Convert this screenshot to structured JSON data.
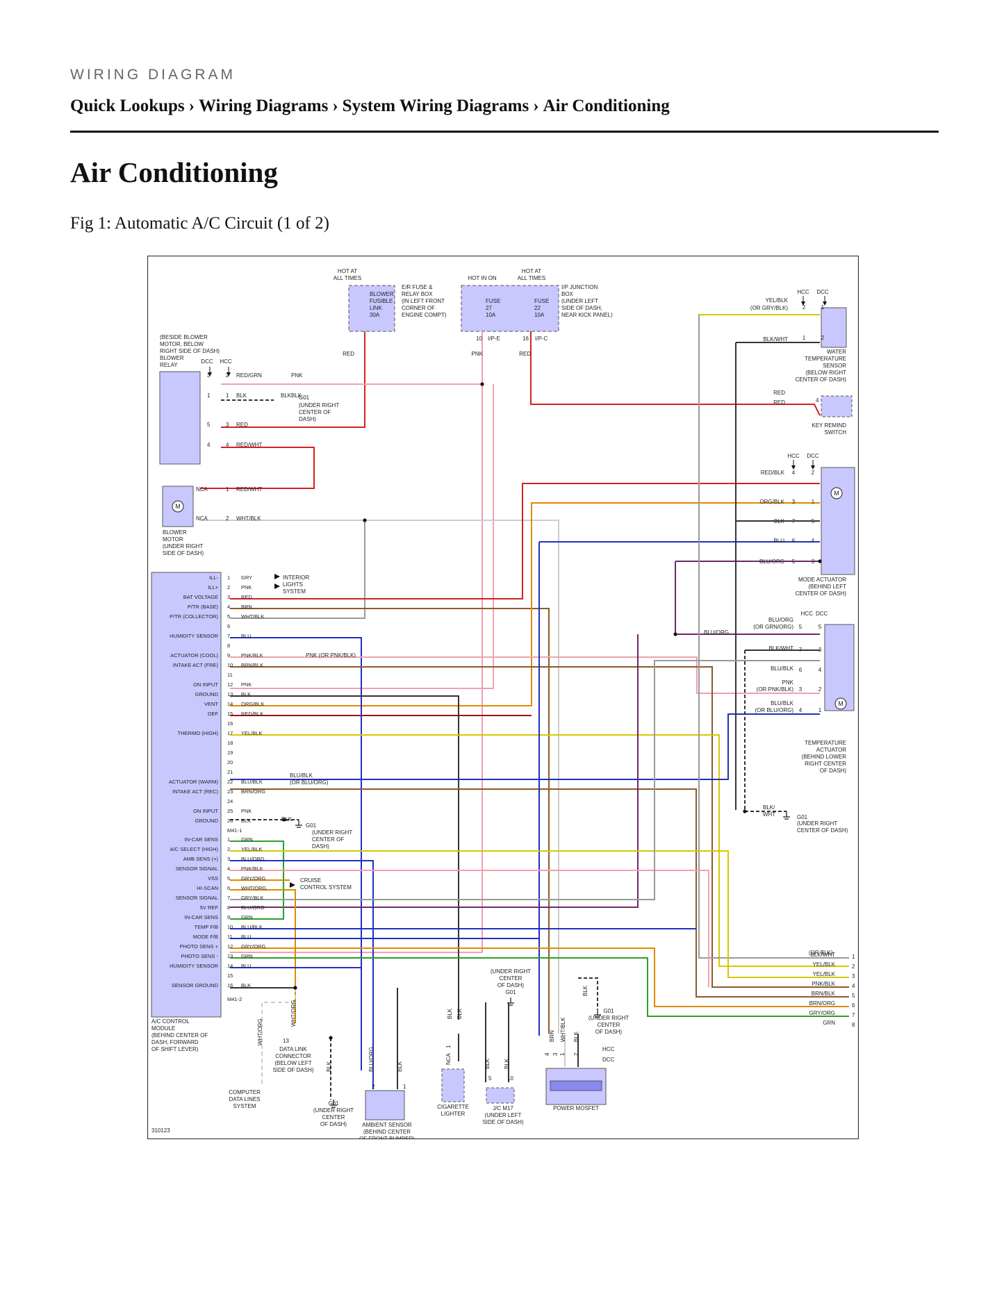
{
  "header": {
    "section_label": "WIRING DIAGRAM",
    "breadcrumb": [
      "Quick Lookups",
      "Wiring Diagrams",
      "System Wiring Diagrams",
      "Air Conditioning"
    ],
    "separator": "›"
  },
  "page_title": "Air Conditioning",
  "figure_caption": "Fig 1: Automatic A/C Circuit (1 of 2)",
  "diagram": {
    "figure_id": "310123",
    "colors": {
      "component_fill": "#c8c8ff",
      "RED": "#d42020",
      "PNK": "#f0a0b0",
      "BLK": "#333333",
      "BLU": "#2030c0",
      "BRN": "#8b5a2b",
      "GRN": "#2aa02a",
      "YEL": "#d8c800",
      "ORG": "#e08a00",
      "GRY": "#999999",
      "WHT": "#cccccc",
      "PUR": "#6a2a6a"
    },
    "top_labels": {
      "hot_at_all_times_1": [
        "HOT AT",
        "ALL TIMES"
      ],
      "hot_in_on": "HOT IN ON",
      "hot_at_all_times_2": [
        "HOT AT",
        "ALL TIMES"
      ],
      "blower_link": [
        "BLOWER",
        "FUSIBLE",
        "LINK",
        "30A"
      ],
      "er_box": [
        "E/R FUSE &",
        "RELAY BOX",
        "(IN LEFT FRONT",
        "CORNER OF",
        "ENGINE COMPT)"
      ],
      "fuse27": [
        "FUSE",
        "27",
        "10A"
      ],
      "fuse22": [
        "FUSE",
        "22",
        "10A"
      ],
      "ip_box": [
        "I/P JUNCTION",
        "BOX",
        "(UNDER LEFT",
        "SIDE OF DASH,",
        "NEAR KICK PANEL)"
      ],
      "ipe": "I/P-E",
      "ipc": "I/P-C",
      "ipe_pin": "10",
      "ipc_pin": "16",
      "red": "RED",
      "pnk": "PNK"
    },
    "blower_relay": {
      "label": [
        "(BESIDE BLOWER",
        "MOTOR, BELOW",
        "RIGHT SIDE OF DASH)",
        "BLOWER",
        "RELAY"
      ],
      "dcc": "DCC",
      "hcc": "HCC",
      "rows": [
        {
          "pin": "3",
          "pin2": "2",
          "wire": "RED/GRN",
          "wire2": "PNK"
        },
        {
          "pin": "1",
          "pin2": "1",
          "wire": "BLK",
          "wire2": "BLK"
        },
        {
          "pin": "5",
          "pin2": "3",
          "wire": "RED"
        },
        {
          "pin": "4",
          "pin2": "4",
          "wire": "RED/WHT"
        }
      ],
      "ground": "G01",
      "ground_loc": [
        "(UNDER RIGHT",
        "CENTER OF",
        "DASH)"
      ]
    },
    "blower_motor": {
      "label": [
        "BLOWER",
        "MOTOR",
        "(UNDER RIGHT",
        "SIDE OF DASH)"
      ],
      "rows": [
        {
          "nca": "NCA",
          "pin": "1",
          "wire": "RED/WHT"
        },
        {
          "nca": "NCA",
          "pin": "2",
          "wire": "WHT/BLK"
        }
      ],
      "motor": "M"
    },
    "module": {
      "label": [
        "A/C CONTROL",
        "MODULE",
        "(BEHIND CENTER OF",
        "DASH, FORWARD",
        "OF SHIFT LEVER)"
      ],
      "connector1": "M41-1",
      "connector2": "M41-2",
      "pins_a": [
        {
          "pin": "1",
          "name": "ILL-",
          "wire": "GRY"
        },
        {
          "pin": "2",
          "name": "ILL+",
          "wire": "PNK"
        },
        {
          "pin": "3",
          "name": "BAT VOLTAGE",
          "wire": "RED"
        },
        {
          "pin": "4",
          "name": "P/TR (BASE)",
          "wire": "BRN"
        },
        {
          "pin": "5",
          "name": "P/TR (COLLECTOR)",
          "wire": "WHT/BLK"
        },
        {
          "pin": "6",
          "name": "",
          "wire": ""
        },
        {
          "pin": "7",
          "name": "HUMIDITY SENSOR",
          "wire": "BLU"
        },
        {
          "pin": "8",
          "name": "",
          "wire": ""
        },
        {
          "pin": "9",
          "name": "ACTUATOR (COOL)",
          "wire": "PNK/BLK"
        },
        {
          "pin": "10",
          "name": "INTAKE ACT (FRE)",
          "wire": "BRN/BLK"
        },
        {
          "pin": "11",
          "name": "",
          "wire": ""
        },
        {
          "pin": "12",
          "name": "ON INPUT",
          "wire": "PNK"
        },
        {
          "pin": "13",
          "name": "GROUND",
          "wire": "BLK"
        },
        {
          "pin": "14",
          "name": "VENT",
          "wire": "ORG/BLK"
        },
        {
          "pin": "15",
          "name": "DEF",
          "wire": "RED/BLK"
        },
        {
          "pin": "16",
          "name": "",
          "wire": ""
        },
        {
          "pin": "17",
          "name": "THERMO (HIGH)",
          "wire": "YEL/BLK"
        },
        {
          "pin": "18",
          "name": "",
          "wire": ""
        },
        {
          "pin": "19",
          "name": "",
          "wire": ""
        },
        {
          "pin": "20",
          "name": "",
          "wire": ""
        },
        {
          "pin": "21",
          "name": "",
          "wire": ""
        },
        {
          "pin": "22",
          "name": "ACTUATOR (WARM)",
          "wire": "BLU/BLK"
        },
        {
          "pin": "23",
          "name": "INTAKE ACT (REC)",
          "wire": "BRN/ORG"
        },
        {
          "pin": "24",
          "name": "",
          "wire": ""
        },
        {
          "pin": "25",
          "name": "ON INPUT",
          "wire": "PNK"
        },
        {
          "pin": "26",
          "name": "GROUND",
          "wire": "BLK"
        }
      ],
      "pins_b": [
        {
          "pin": "1",
          "name": "IN-CAR SENS",
          "wire": "GRN"
        },
        {
          "pin": "2",
          "name": "A/C SELECT (HIGH)",
          "wire": "YEL/BLK"
        },
        {
          "pin": "3",
          "name": "AMB SENS (+)",
          "wire": "BLU/ORG"
        },
        {
          "pin": "4",
          "name": "SENSOR SIGNAL",
          "wire": "PNK/BLK"
        },
        {
          "pin": "5",
          "name": "VSS",
          "wire": "GRY/ORG"
        },
        {
          "pin": "6",
          "name": "HI-SCAN",
          "wire": "WHT/ORG"
        },
        {
          "pin": "7",
          "name": "SENSOR SIGNAL",
          "wire": "GRY/BLK"
        },
        {
          "pin": "8",
          "name": "5V REF",
          "wire": "BLU/ORG"
        },
        {
          "pin": "9",
          "name": "IN-CAR SENS",
          "wire": "GRN"
        },
        {
          "pin": "10",
          "name": "TEMP F/B",
          "wire": "BLU/BLK"
        },
        {
          "pin": "11",
          "name": "MODE F/B",
          "wire": "BLU"
        },
        {
          "pin": "12",
          "name": "PHOTO SENS +",
          "wire": "GRY/ORG"
        },
        {
          "pin": "13",
          "name": "PHOTO SENS -",
          "wire": "GRN"
        },
        {
          "pin": "14",
          "name": "HUMIDITY SENSOR",
          "wire": "BLU"
        },
        {
          "pin": "15",
          "name": "",
          "wire": ""
        },
        {
          "pin": "16",
          "name": "SENSOR GROUND",
          "wire": "BLK"
        }
      ],
      "interior_lights": [
        "INTERIOR",
        "LIGHTS",
        "SYSTEM"
      ],
      "pnk_or": "PNK (OR PNK/BLK)",
      "blu_blk_or": [
        "BLU/BLK",
        "(OR BLU/ORG)"
      ],
      "blk": "BLK",
      "g01": "G01",
      "g01_loc": [
        "(UNDER RIGHT",
        "CENTER OF",
        "DASH)"
      ],
      "cruise": [
        "CRUISE",
        "CONTROL SYSTEM"
      ]
    },
    "water_sensor": {
      "hcc": "HCC",
      "dcc": "DCC",
      "wire1": [
        "YEL/BLK",
        "(OR GRY/BLK)"
      ],
      "pin1": "2",
      "pin1b": "1",
      "wire2": "BLK/WHT",
      "pin2": "1",
      "pin2b": "2",
      "label": [
        "WATER",
        "TEMPERATURE",
        "SENSOR",
        "(BELOW RIGHT",
        "CENTER OF DASH)"
      ]
    },
    "key_remind": {
      "red1": "RED",
      "red2": "RED",
      "pin": "4",
      "label": [
        "KEY REMIND",
        "SWITCH"
      ]
    },
    "mode_actuator": {
      "hcc": "HCC",
      "dcc": "DCC",
      "rows": [
        {
          "wire": "RED/BLK",
          "pin": "4",
          "pin2": "2"
        },
        {
          "wire": "ORG/BLK",
          "pin": "3",
          "pin2": "1"
        },
        {
          "wire": "BLK",
          "pin": "7",
          "pin2": "5"
        },
        {
          "wire": "BLU",
          "pin": "6",
          "pin2": "4"
        },
        {
          "wire": "BLU/ORG",
          "pin": "5",
          "pin2": "3"
        }
      ],
      "label": [
        "MODE ACTUATOR",
        "(BEHIND LEFT",
        "CENTER OF DASH)"
      ]
    },
    "temp_actuator": {
      "hcc": "HCC",
      "dcc": "DCC",
      "blu_org": "BLU/ORG",
      "rows": [
        {
          "wire": [
            "BLU/ORG",
            "(OR GRN/ORG)"
          ],
          "pin": "5",
          "pin2": "5"
        },
        {
          "wire": [
            "BLK/WHT"
          ],
          "pin": "7",
          "pin2": "3"
        },
        {
          "wire": [
            "BLU/BLK"
          ],
          "pin": "6",
          "pin2": "4"
        },
        {
          "wire": [
            "PNK",
            "(OR PNK/BLK)"
          ],
          "pin": "3",
          "pin2": "2"
        },
        {
          "wire": [
            "BLU/BLK",
            "(OR BLU/ORG)"
          ],
          "pin": "4",
          "pin2": "1"
        }
      ],
      "label": [
        "TEMPERATURE",
        "ACTUATOR",
        "(BEHIND LOWER",
        "RIGHT CENTER",
        "OF DASH)"
      ]
    },
    "right_ground": {
      "wire": [
        "BLK/",
        "WHT"
      ],
      "g01": "G01",
      "loc": [
        "(UNDER RIGHT",
        "CENTER OF DASH)"
      ]
    },
    "continuation": {
      "rows": [
        {
          "wire": "BLK/WHT",
          "alt": "(OR BLK)",
          "num": "1"
        },
        {
          "wire": "YEL/BLK",
          "num": "2"
        },
        {
          "wire": "YEL/BLK",
          "num": "3"
        },
        {
          "wire": "PNK/BLK",
          "num": "4"
        },
        {
          "wire": "BRN/BLK",
          "num": "5"
        },
        {
          "wire": "BRN/ORG",
          "num": "6"
        },
        {
          "wire": "GRY/ORG",
          "num": "7"
        },
        {
          "wire": "GRN",
          "num": "8"
        }
      ]
    },
    "bottom": {
      "computer": [
        "COMPUTER",
        "DATA LINES",
        "SYSTEM"
      ],
      "wht_org": "WHT/ORG",
      "dlc_pin": "13",
      "dlc": [
        "DATA LINK",
        "CONNECTOR",
        "(BELOW LEFT",
        "SIDE OF DASH)"
      ],
      "blk": "BLK",
      "g01a": "G01",
      "g01a_loc": [
        "(UNDER RIGHT",
        "CENTER",
        "OF DASH)"
      ],
      "blu_org": "BLU/ORG",
      "amb_pin2": "2",
      "amb_pin1": "1",
      "ambient": [
        "AMBIENT SENSOR",
        "(BEHIND CENTER",
        "OF FRONT BUMPER)"
      ],
      "nca": "NCA",
      "cig_pin": "1",
      "cigarette": [
        "CIGARETTE",
        "LIGHTER"
      ],
      "g01b_loc": [
        "(UNDER RIGHT",
        "CENTER",
        "OF DASH)"
      ],
      "g01b": "G01",
      "jc_pin5": "5",
      "jc_pin10": "10",
      "jc": [
        "J/C M17",
        "(UNDER LEFT",
        "SIDE OF DASH)"
      ],
      "brn": "BRN",
      "wht_blk": "WHT/BLK",
      "pm_pins": [
        "4",
        "3",
        "1",
        "2"
      ],
      "g01c": "G01",
      "g01c_loc": [
        "(UNDER RIGHT",
        "CENTER",
        "OF DASH)"
      ],
      "hcc": "HCC",
      "dcc": "DCC",
      "power_mosfet": "POWER MOSFET"
    }
  }
}
